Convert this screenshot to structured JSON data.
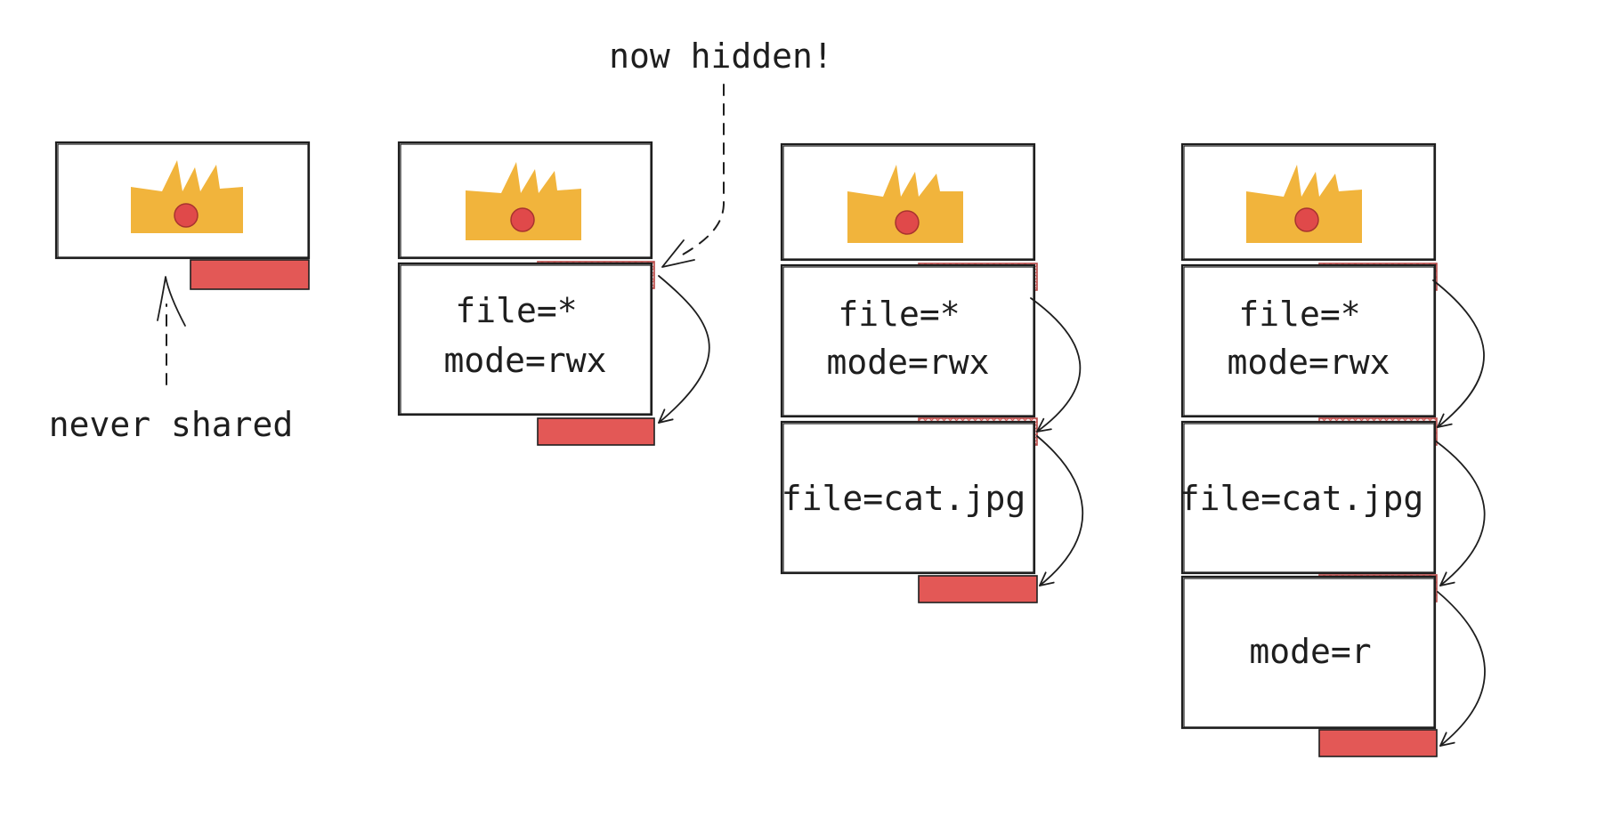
{
  "annotations": {
    "never_shared": "never shared",
    "now_hidden": "now hidden!"
  },
  "columns": [
    {
      "caveats": []
    },
    {
      "caveats": [
        {
          "lines": [
            "file=*",
            "mode=rwx"
          ]
        }
      ]
    },
    {
      "caveats": [
        {
          "lines": [
            "file=*",
            "mode=rwx"
          ]
        },
        {
          "lines": [
            "file=cat.jpg"
          ]
        }
      ]
    },
    {
      "caveats": [
        {
          "lines": [
            "file=*",
            "mode=rwx"
          ]
        },
        {
          "lines": [
            "file=cat.jpg"
          ]
        },
        {
          "lines": [
            "mode=r"
          ]
        }
      ]
    }
  ],
  "colors": {
    "crown": "#f1b43c",
    "signature": "#e35856",
    "hidden_signature_hatch": "#d85a58"
  },
  "icons": {
    "crown": "crown-icon",
    "signature": "signature-block"
  }
}
